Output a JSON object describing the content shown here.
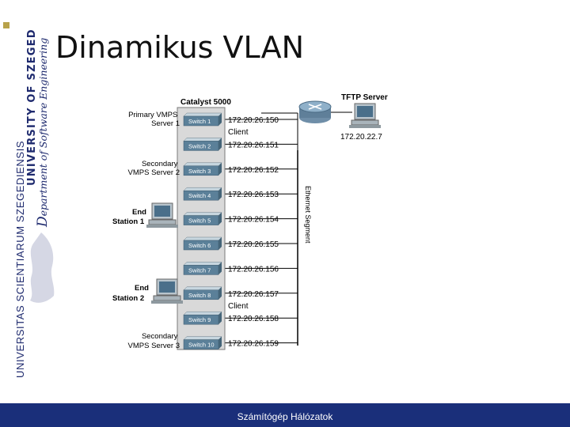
{
  "slide": {
    "title": "Dinamikus VLAN",
    "footer": "Számítógép Hálózatok"
  },
  "branding": {
    "latin_motto": "UNIVERSITAS SCIENTIARUM SZEGEDIENSIS",
    "university": "UNIVERSITY OF SZEGED",
    "department_initial": "D",
    "department_rest": "epartment of Software Engineering"
  },
  "diagram": {
    "catalyst_label": "Catalyst 5000",
    "tftp_label": "TFTP Server",
    "tftp_ip": "172.20.22.7",
    "segment_label": "Ethernet Segment",
    "switches": [
      {
        "name": "Switch 1",
        "ip": "172.20.26.150"
      },
      {
        "name": "Switch 2",
        "ip": "172.20.26.151"
      },
      {
        "name": "Switch 3",
        "ip": "172.20.26.152"
      },
      {
        "name": "Switch 4",
        "ip": "172.20.26.153"
      },
      {
        "name": "Switch 5",
        "ip": "172.20.26.154"
      },
      {
        "name": "Switch 6",
        "ip": "172.20.26.155"
      },
      {
        "name": "Switch 7",
        "ip": "172.20.26.156"
      },
      {
        "name": "Switch 8",
        "ip": "172.20.26.157"
      },
      {
        "name": "Switch 9",
        "ip": "172.20.26.158"
      },
      {
        "name": "Switch 10",
        "ip": "172.20.26.159"
      }
    ],
    "client_label": "Client",
    "primary_vmps": [
      "Primary VMPS",
      "Server 1"
    ],
    "secondary_vmps_2": [
      "Secondary",
      "VMPS Server 2"
    ],
    "end_station_1": [
      "End",
      "Station 1"
    ],
    "end_station_2": [
      "End",
      "Station 2"
    ],
    "secondary_vmps_3": [
      "Secondary",
      "VMPS Server 3"
    ]
  },
  "colors": {
    "footer_bg": "#1a2f7a",
    "branding_text": "#1e2a6e",
    "bullet": "#b8a24a"
  }
}
